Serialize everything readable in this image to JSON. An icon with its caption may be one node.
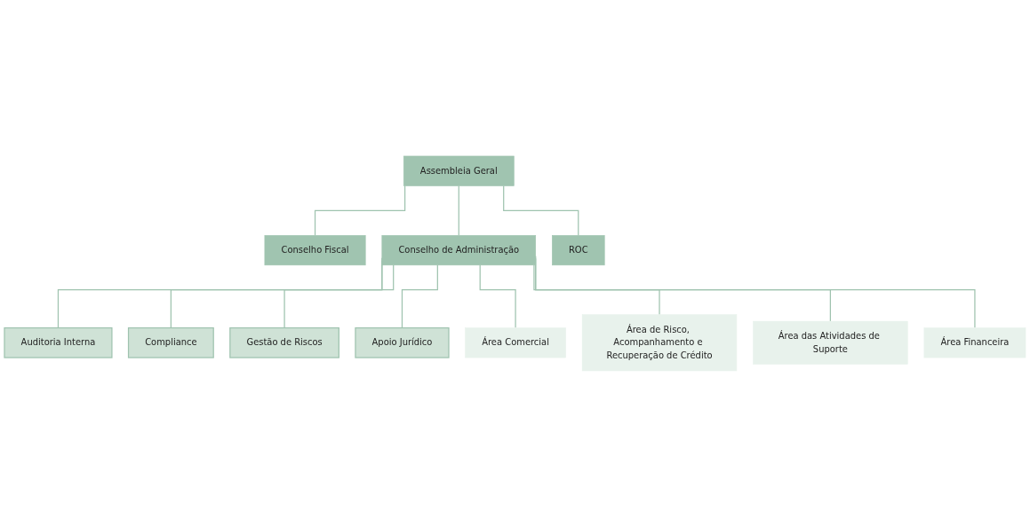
{
  "diagram": {
    "nodes": [
      {
        "text": [
          "Assembleia Geral"
        ]
      },
      {
        "text": [
          "Conselho Fiscal"
        ]
      },
      {
        "text": [
          "ROC"
        ]
      },
      {
        "text": [
          "Conselho de Administração"
        ]
      },
      {
        "text": [
          "Auditoria Interna"
        ]
      },
      {
        "text": [
          "Compliance"
        ]
      },
      {
        "text": [
          "Gestão de Riscos"
        ]
      },
      {
        "text": [
          "Apoio Jurídico"
        ]
      },
      {
        "text": [
          "Área Comercial"
        ]
      },
      {
        "text": [
          "Área de Risco, Acompanhamento e Recuperação de Crédito"
        ]
      },
      {
        "text": [
          "Área das Atividades de Suporte"
        ]
      },
      {
        "text": [
          "Área Financeira"
        ]
      }
    ],
    "edges": [
      {
        "from": 0,
        "to": 1,
        "arrow": "none"
      },
      {
        "from": 0,
        "to": 2,
        "arrow": "none"
      },
      {
        "from": 0,
        "to": 3,
        "arrow": "none"
      },
      {
        "from": 3,
        "to": 4,
        "arrow": "none"
      },
      {
        "from": 3,
        "to": 5,
        "arrow": "none"
      },
      {
        "from": 3,
        "to": 6,
        "arrow": "none"
      },
      {
        "from": 3,
        "to": 7,
        "arrow": "none"
      },
      {
        "from": 3,
        "to": 8,
        "arrow": "none"
      },
      {
        "from": 3,
        "to": 9,
        "arrow": "none"
      },
      {
        "from": 3,
        "to": 10,
        "arrow": "none"
      },
      {
        "from": 3,
        "to": 11,
        "arrow": "none"
      }
    ]
  }
}
